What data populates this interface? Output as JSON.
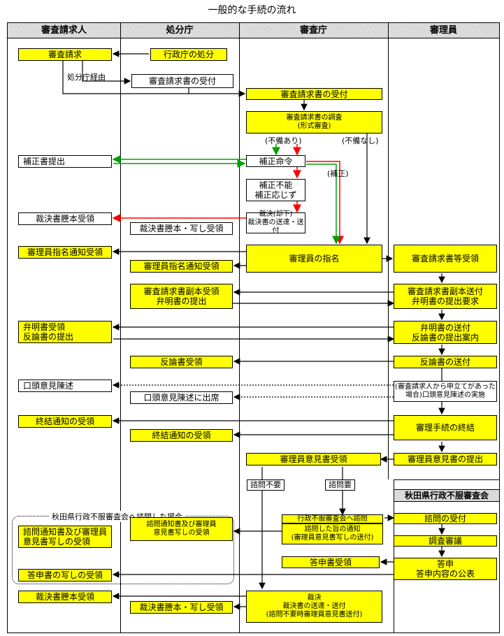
{
  "title": "一般的な手続の流れ",
  "columns": [
    "審査請求人",
    "処分庁",
    "審査庁",
    "審理員"
  ],
  "council_panel_title": "秋田県行政不服審査会",
  "labels": {
    "via_agency": "処分庁経由",
    "defect_yes": "(不備あり)",
    "defect_no": "(不備なし)",
    "corrected": "(補正)",
    "consult_no": "諮問不要",
    "consult_yes": "諮問要",
    "consult_case": "秋田県行政不服審査会へ諮問した場合"
  },
  "boxes": {
    "req": "審査請求",
    "disposition": "行政庁の処分",
    "recv_agency": "審査請求書の受付",
    "recv_office": "審査請求書の受付",
    "inspect": "審査請求書の調査\n(形式審査)",
    "correction_submit": "補正書提出",
    "correction_order": "補正命令",
    "uncorrectable": "補正不能\n補正応じず",
    "dismiss": "裁決(却下)\n裁決書の送達・送付",
    "decision_copy_recv_1": "裁決書謄本受領",
    "agency_decision_copy_1": "裁決書謄本・写し受領",
    "examiner_notice_req": "審理員指名通知受領",
    "examiner_appoint": "審理員の指名",
    "examiner_recv": "審査請求書等受領",
    "agency_examiner_notice": "審理員指名通知受領",
    "agency_copy_recv": "審査請求書副本受領\n弁明書の提出",
    "send_copy": "審査請求書副本送付\n弁明書の提出要求",
    "explain_recv": "弁明書受領\n反論書の提出",
    "explain_send": "弁明書の送付\n反論書の提出案内",
    "agency_rebuttal": "反論書受領",
    "rebuttal_send": "反論書の送付",
    "oral": "口頭意見陳述",
    "oral_attend": "口頭意見陳述に出席",
    "oral_impl": "(審査請求人から申立てがあった場合)口頭意見陳述の実施",
    "end_notice_req": "終結通知の受領",
    "end_review": "審理手続の終結",
    "agency_end_notice": "終結通知の受領",
    "opinion_recv": "審理員意見書受領",
    "opinion_submit": "審理員意見書の提出",
    "consult": "行政不服審査会へ諮問",
    "consult_notice": "諮問した旨の通知\n(審理員意見書写しの送付)",
    "council_recv": "諮問の受付",
    "deliberation": "調査審議",
    "answer": "答申\n答申内容の公表",
    "answer_recv": "答申書受領",
    "req_consult_notice": "諮問通知書及び審理員\n意見書写しの受領",
    "agency_consult_notice": "諮問通知書及び審理員\n意見書写しの受領",
    "req_answer_copy": "答申書の写しの受領",
    "decision_copy_recv_2": "裁決書謄本受領",
    "final_decision": "裁決\n裁決書の送達・送付\n(諮問不要時審理員意見書送付)",
    "agency_decision_copy_2": "裁決書謄本・写し受領"
  },
  "colors": {
    "box": "#ffff00",
    "red": "#ff0000",
    "green": "#00a000",
    "line": "#000000"
  }
}
